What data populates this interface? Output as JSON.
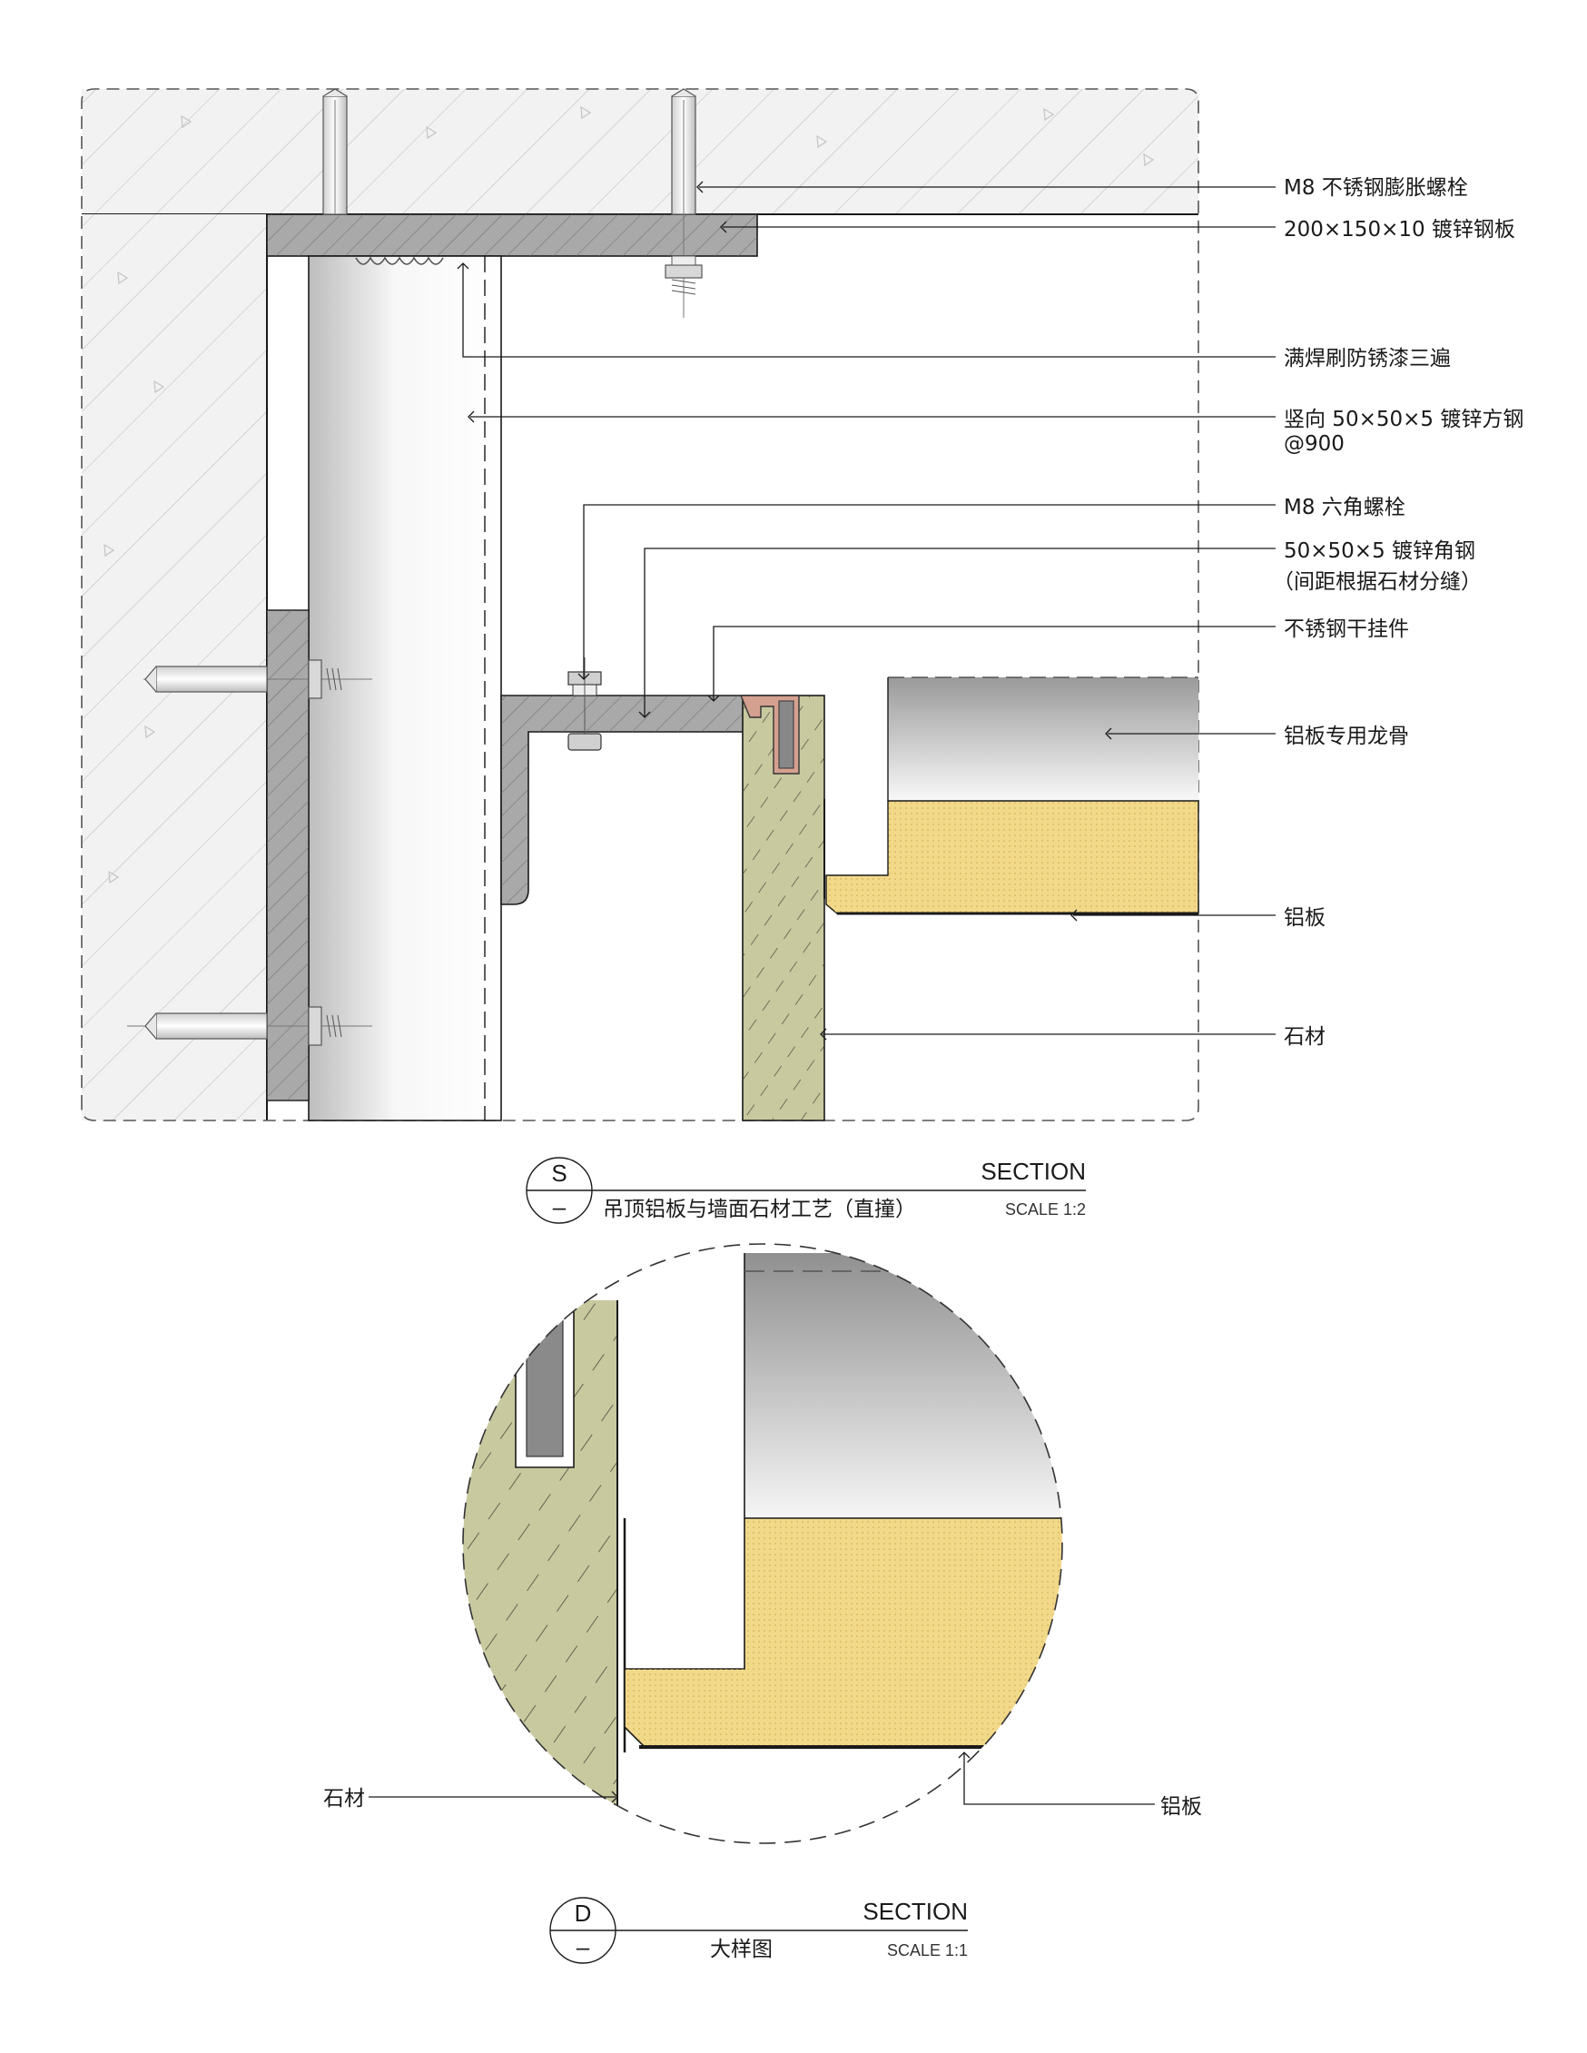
{
  "section_s": {
    "labels": [
      "M8 不锈钢膨胀螺栓",
      "200×150×10 镀锌钢板",
      "满焊刷防锈漆三遍",
      "竖向 50×50×5 镀锌方钢",
      "@900",
      "M8 六角螺栓",
      "50×50×5 镀锌角钢",
      "（间距根据石材分缝）",
      "不锈钢干挂件",
      "铝板专用龙骨",
      "铝板",
      "石材"
    ],
    "marker": "S",
    "marker_sub": "–",
    "heading": "SECTION",
    "title": "吊顶铝板与墙面石材工艺（直撞）",
    "scale": "SCALE 1:2"
  },
  "section_d": {
    "labels": [
      "石材",
      "铝板"
    ],
    "marker": "D",
    "marker_sub": "–",
    "heading": "SECTION",
    "title": "大样图",
    "scale": "SCALE 1:1"
  },
  "colors": {
    "concrete": "#f2f2f2",
    "steel": "#a9a9a9",
    "stone": "#c9c9a0",
    "panel": "#f2d98a",
    "line": "#1a1a1a"
  }
}
